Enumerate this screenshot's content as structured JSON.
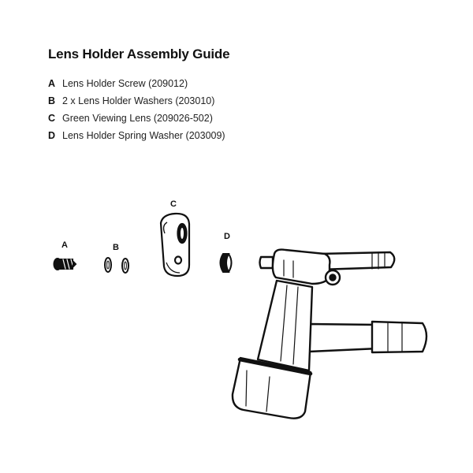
{
  "guide": {
    "title": "Lens Holder Assembly Guide",
    "parts": [
      {
        "letter": "A",
        "description": "Lens Holder Screw (209012)"
      },
      {
        "letter": "B",
        "description": "2 x Lens Holder Washers (203010)"
      },
      {
        "letter": "C",
        "description": "Green Viewing Lens (209026-502)"
      },
      {
        "letter": "D",
        "description": "Lens Holder Spring Washer (203009)"
      }
    ]
  },
  "diagram": {
    "callouts": {
      "a": "A",
      "b": "B",
      "c": "C",
      "d": "D"
    }
  }
}
